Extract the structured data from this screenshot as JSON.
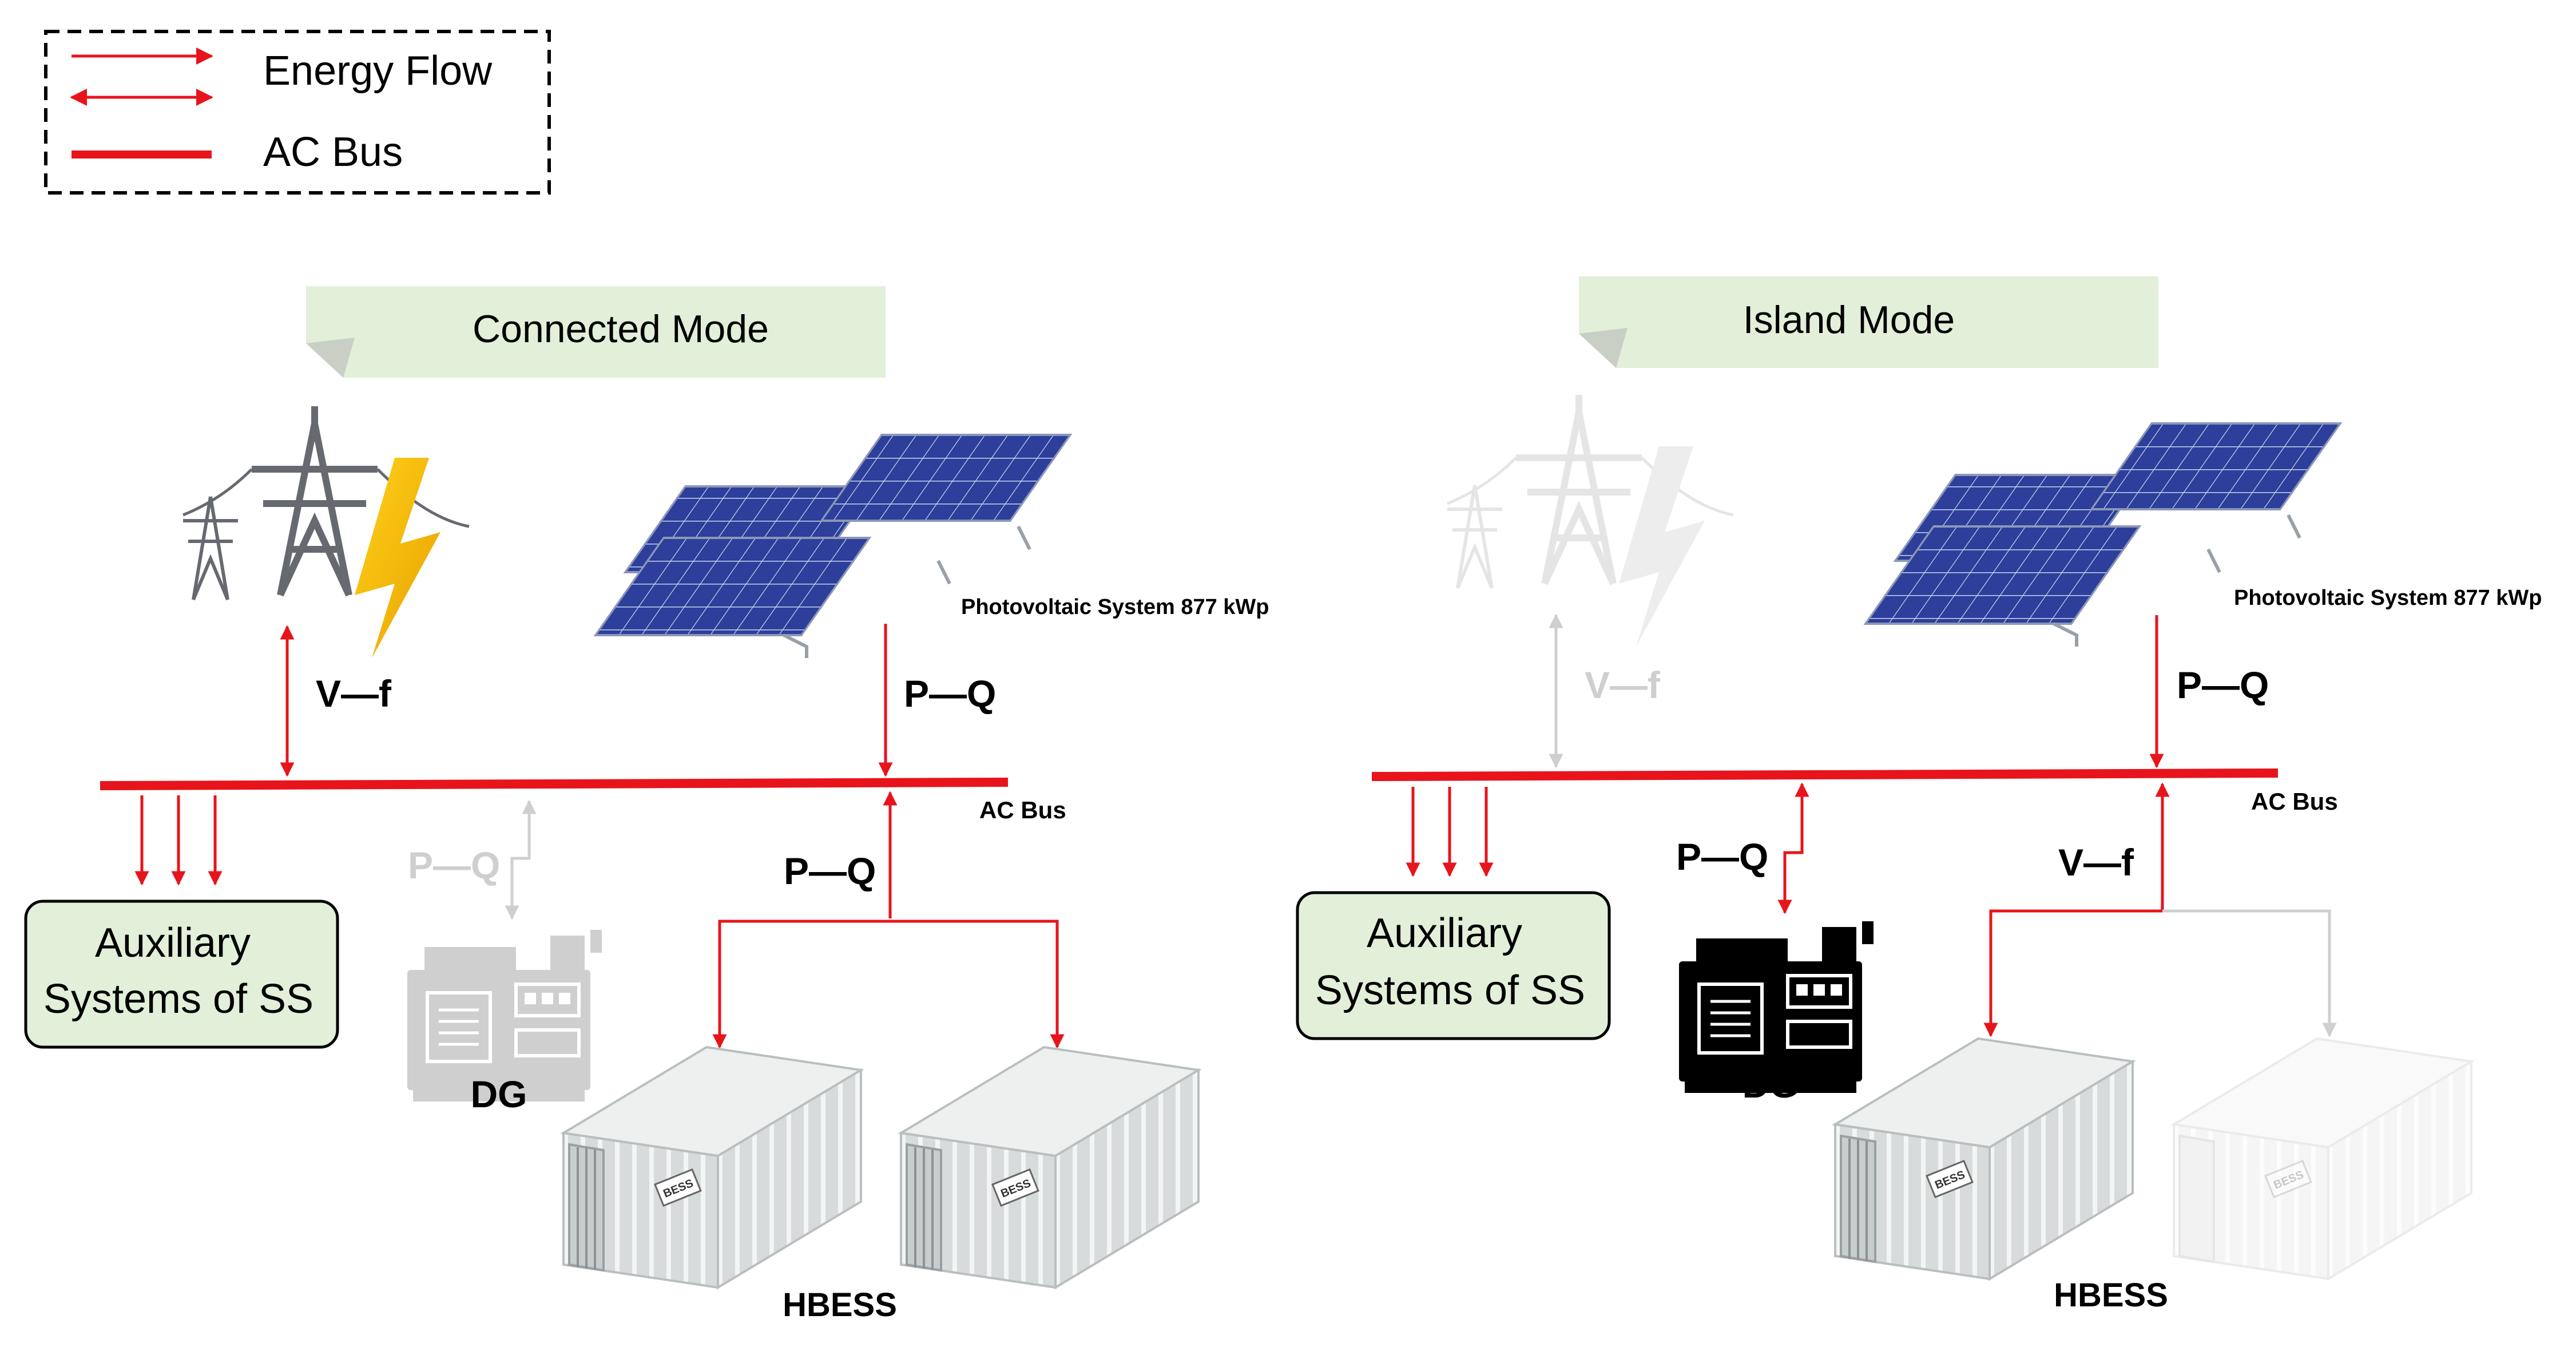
{
  "legend": {
    "energy_flow": "Energy Flow",
    "ac_bus": "AC Bus"
  },
  "connected": {
    "mode_title": "Connected Mode",
    "pv_label": "Photovoltaic System 877 kWp",
    "grid_flow": "V—f",
    "pv_flow": "P—Q",
    "dg_flow": "P—Q",
    "hbess_flow": "P—Q",
    "ac_bus": "AC Bus",
    "aux_line1": "Auxiliary",
    "aux_line2": "Systems of SS",
    "dg": "DG",
    "hbess": "HBESS",
    "bess_tag": "BESS"
  },
  "island": {
    "mode_title": "Island Mode",
    "pv_label": "Photovoltaic System 877 kWp",
    "grid_flow": "V—f",
    "pv_flow": "P—Q",
    "dg_flow": "P—Q",
    "hbess_flow": "V—f",
    "ac_bus": "AC Bus",
    "aux_line1": "Auxiliary",
    "aux_line2": "Systems of SS",
    "dg": "DG",
    "hbess": "HBESS",
    "bess_tag": "BESS"
  },
  "colors": {
    "flow": "#e8141b",
    "inactive": "#cfcfcf",
    "note_fill": "#e2efd9",
    "aux_fill": "#e2efd9",
    "panel": "#2d3f9a",
    "text": "#000000"
  }
}
